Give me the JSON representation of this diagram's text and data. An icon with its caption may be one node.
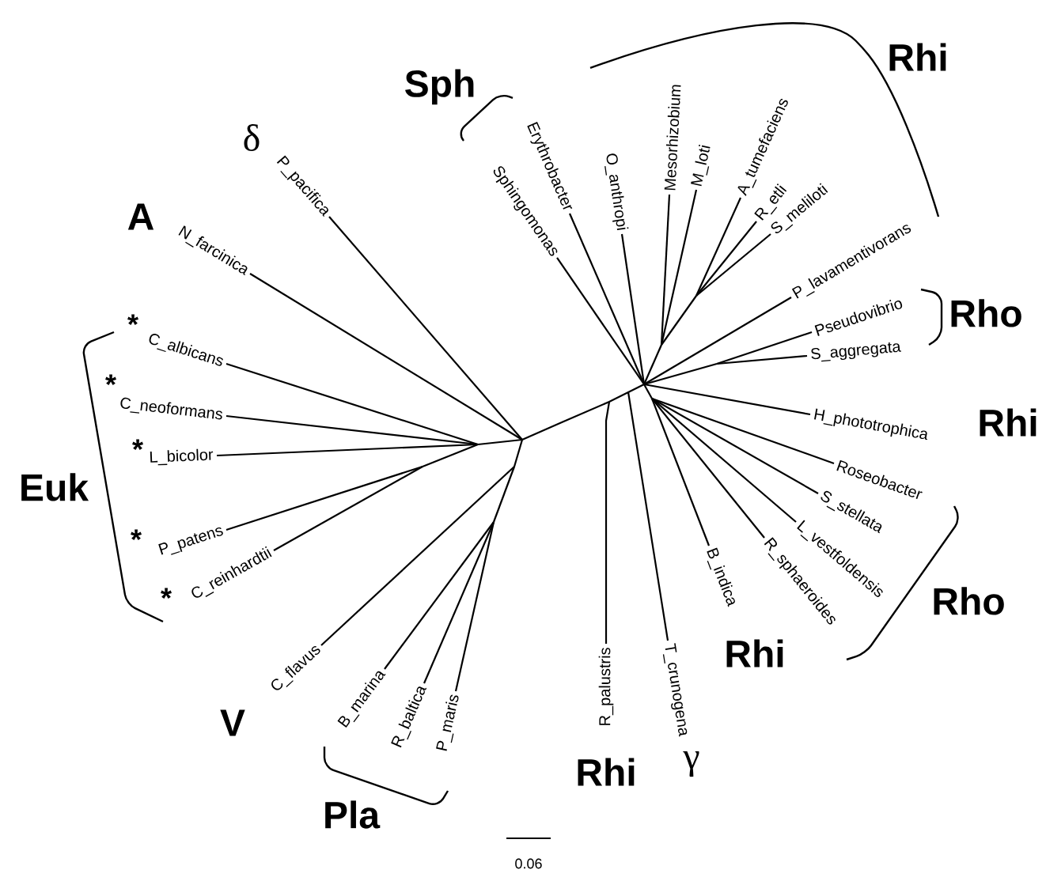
{
  "diagram": {
    "labels": [
      "Rhi",
      "Sph",
      "Erythrobacter",
      "O_anthropi",
      "Mesorhizobium",
      "M_loti",
      "A_tumefaciens",
      "R_etli",
      "S_meliloti",
      "δ",
      "P_pacifica",
      "Sphingomonas",
      "A",
      "N_farcinica",
      "P_lavamentivorans",
      "Rho",
      "Pseudovibrio",
      "*",
      "C_albicans",
      "S_aggregata",
      "*",
      "C_neoformans",
      "H_phototrophica",
      "Rhi",
      "*",
      "L_bicolor",
      "Roseobacter",
      "Euk",
      "S_stellata",
      "L_vestfoldensis",
      "*",
      "P_patens",
      "R_sphaeroides",
      "B_indica",
      "*",
      "C_reinhardtii",
      "Rho",
      "Rhi",
      "C_flavus",
      "R_palustris",
      "T_crunogena",
      "B_marina",
      "R_baltica",
      "P_maris",
      "V",
      "γ",
      "Rhi",
      "Pla",
      "0.06"
    ]
  }
}
